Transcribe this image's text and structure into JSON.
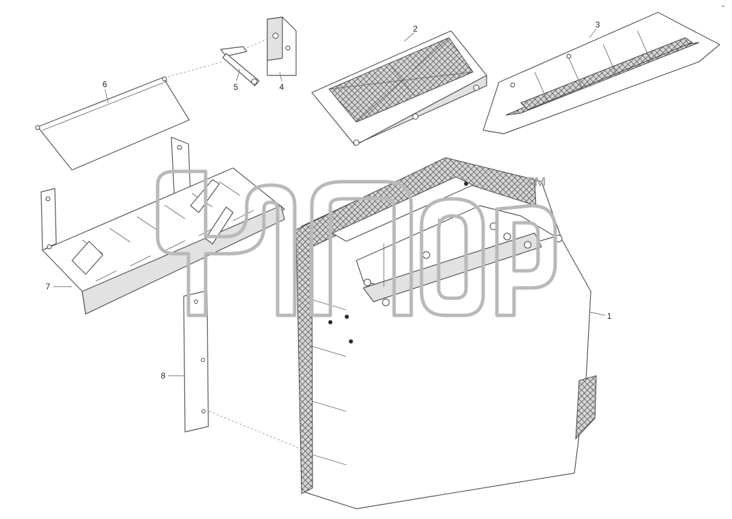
{
  "figure": {
    "callouts": [
      "1",
      "2",
      "3",
      "4",
      "5",
      "6",
      "7",
      "8"
    ],
    "watermark_trademark": "™",
    "corner_mark": "~"
  }
}
